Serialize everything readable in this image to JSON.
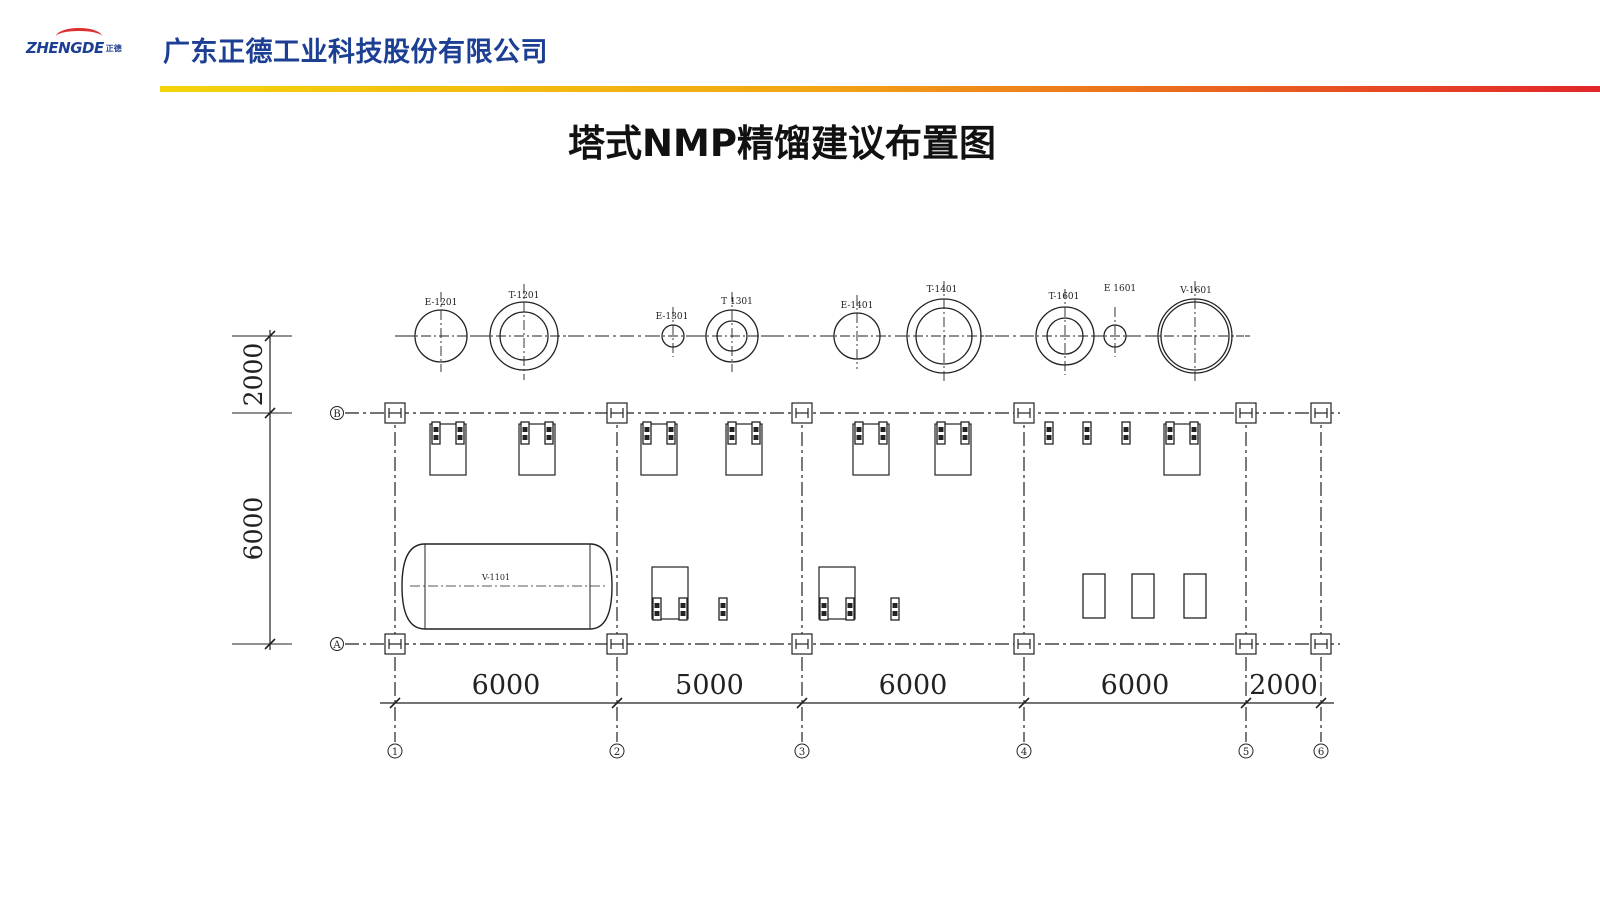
{
  "header": {
    "logo_text": "ZHENGDE",
    "logo_mark": "正德",
    "company_name": "广东正德工业科技股份有限公司"
  },
  "title": "塔式NMP精馏建议布置图",
  "colors": {
    "brand_blue": "#1c3f94",
    "bar_start": "#f4d40b",
    "bar_mid": "#f2a614",
    "bar_end": "#e2262a",
    "line": "#222222"
  },
  "drawing": {
    "row_labels": [
      "B",
      "A"
    ],
    "column_labels": [
      "1",
      "2",
      "3",
      "4",
      "5",
      "6"
    ],
    "horizontal_dimensions": [
      "6000",
      "5000",
      "6000",
      "6000",
      "2000"
    ],
    "vertical_dimensions": [
      "2000",
      "6000"
    ],
    "equipment": [
      {
        "tag": "E-1201",
        "kind": "circle"
      },
      {
        "tag": "T-1201",
        "kind": "ring"
      },
      {
        "tag": "E-1301",
        "kind": "circle"
      },
      {
        "tag": "T 1301",
        "kind": "ring"
      },
      {
        "tag": "E-1401",
        "kind": "circle"
      },
      {
        "tag": "T-1401",
        "kind": "ring"
      },
      {
        "tag": "T-1601",
        "kind": "ring"
      },
      {
        "tag": "E 1601",
        "kind": "circle"
      },
      {
        "tag": "V-1601",
        "kind": "ring"
      },
      {
        "tag": "V-1101",
        "kind": "horizontal-tank"
      }
    ]
  }
}
